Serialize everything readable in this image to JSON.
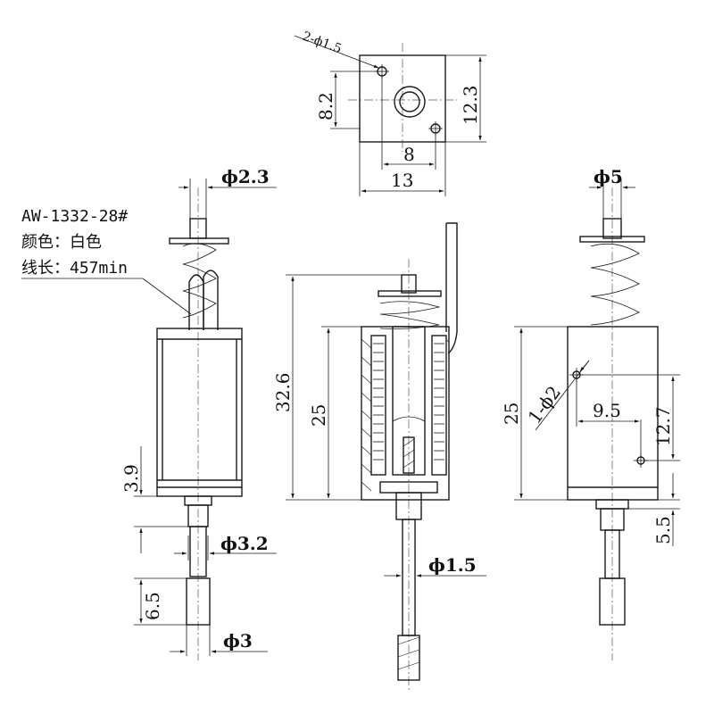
{
  "notes": {
    "model": "AW-1332-28#",
    "color": "颜色：白色",
    "wire_length": "线长：457min"
  },
  "dimensions": {
    "phi_2_3": "ϕ2.3",
    "phi_5": "ϕ5",
    "phi_3_2": "ϕ3.2",
    "phi_1_5": "ϕ1.5",
    "phi_3": "ϕ3",
    "holes": "2-ϕ1.5",
    "d_8_2": "8.2",
    "d_12_3": "12.3",
    "d_8": "8",
    "d_13": "13",
    "d_32_6": "32.6",
    "d_25_mid": "25",
    "d_25_right": "25",
    "d_3_9": "3.9",
    "d_6_5": "6.5",
    "d_1_72": "1-ϕ2",
    "d_9_5": "9.5",
    "d_12_7": "12.7",
    "d_5_5": "5.5"
  }
}
